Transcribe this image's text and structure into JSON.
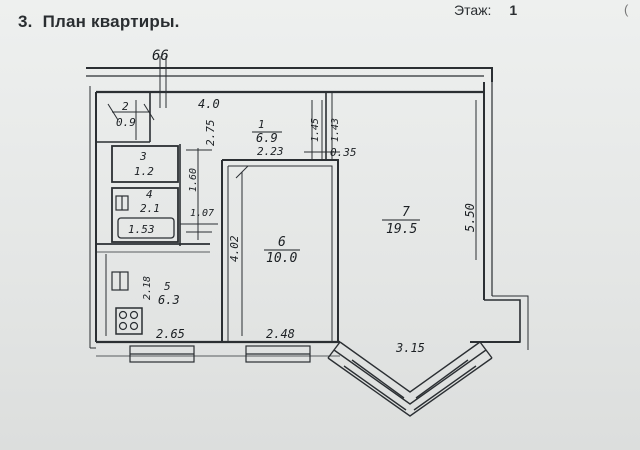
{
  "header": {
    "section_number": "3.",
    "title": "План квартиры.",
    "floor_label": "Этаж:",
    "floor_value": "1",
    "corner_mark": "("
  },
  "plan": {
    "entry_mark": "66",
    "rooms": [
      {
        "id": "2",
        "area": "0.9"
      },
      {
        "id": "1",
        "area": "6.9"
      },
      {
        "id": "3",
        "area": "1.2"
      },
      {
        "id": "4",
        "area": "2.1"
      },
      {
        "id": "5",
        "area": "6.3"
      },
      {
        "id": "6",
        "area": "10.0"
      },
      {
        "id": "7",
        "area": "19.5"
      }
    ],
    "dimensions": {
      "top_corridor": "4.0",
      "corridor_h": "2.75",
      "corridor_w": "2.23",
      "small_a": "1.45",
      "small_b": "1.43",
      "small_c": "0.35",
      "bath_h": "1.60",
      "bath_w": "1.07",
      "tub": "1.53",
      "kitchen_h": "2.18",
      "kitchen_w": "2.65",
      "room6_h": "4.02",
      "room6_w": "2.48",
      "room7_h": "5.50",
      "room7_w": "3.15"
    }
  }
}
